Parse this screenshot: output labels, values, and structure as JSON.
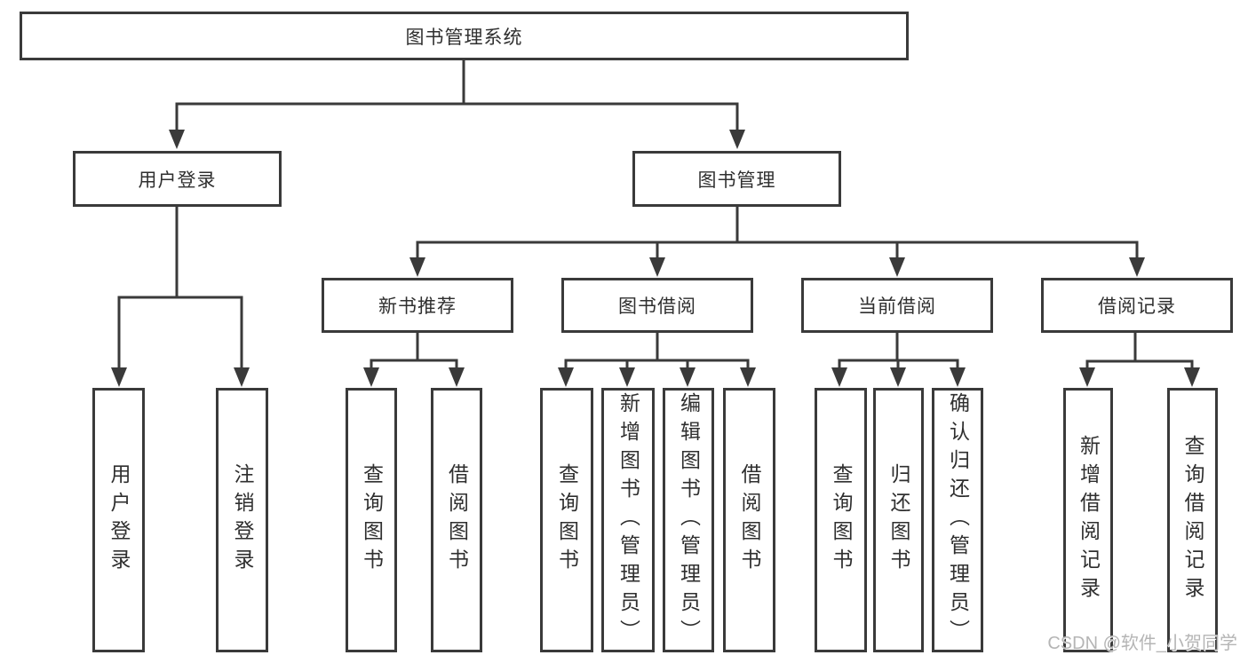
{
  "tree": {
    "label": "图书管理系统",
    "children": [
      {
        "label": "用户登录",
        "children": [
          {
            "label": "用户登录"
          },
          {
            "label": "注销登录"
          }
        ]
      },
      {
        "label": "图书管理",
        "children": [
          {
            "label": "新书推荐",
            "children": [
              {
                "label": "查询图书"
              },
              {
                "label": "借阅图书"
              }
            ]
          },
          {
            "label": "图书借阅",
            "children": [
              {
                "label": "查询图书"
              },
              {
                "label": "新增图书（管理员）"
              },
              {
                "label": "编辑图书（管理员）"
              },
              {
                "label": "借阅图书"
              }
            ]
          },
          {
            "label": "当前借阅",
            "children": [
              {
                "label": "查询图书"
              },
              {
                "label": "归还图书"
              },
              {
                "label": "确认归还（管理员）"
              }
            ]
          },
          {
            "label": "借阅记录",
            "children": [
              {
                "label": "新增借阅记录"
              },
              {
                "label": "查询借阅记录"
              }
            ]
          }
        ]
      }
    ]
  },
  "watermark": "CSDN @软件_小贺同学",
  "colors": {
    "line": "#3a3a3a",
    "text": "#2f2f2f",
    "watermark": "#b5b5b5",
    "background": "#ffffff"
  }
}
